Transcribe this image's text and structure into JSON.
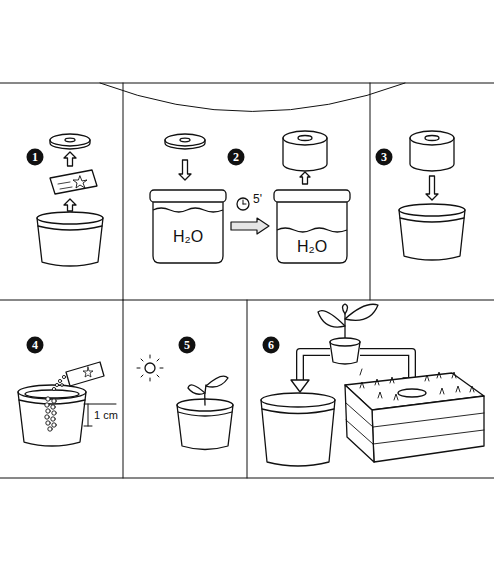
{
  "diagram": {
    "nodes": [
      {
        "text": [
          "1"
        ]
      },
      {
        "text": [
          "2"
        ]
      },
      {
        "text": [
          "H₂O"
        ]
      },
      {
        "text": [
          "H₂O"
        ]
      },
      {
        "text": [
          "3"
        ]
      },
      {
        "text": [
          "4"
        ]
      },
      {
        "text": [
          "5"
        ]
      },
      {
        "text": [
          "6"
        ]
      }
    ],
    "edges": [
      {
        "from": 2,
        "to": 3,
        "label": "5'",
        "arrow": "to"
      }
    ],
    "labels": [
      "1 cm"
    ]
  }
}
